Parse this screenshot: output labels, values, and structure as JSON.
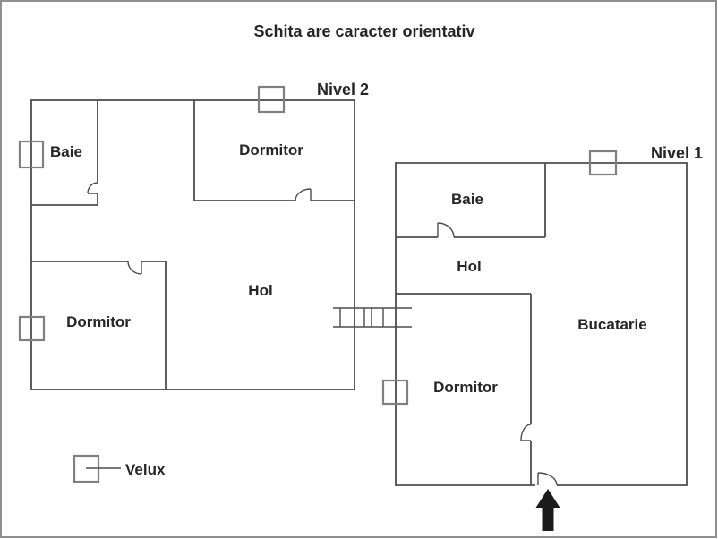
{
  "title": "Schita are caracter orientativ",
  "levels": [
    {
      "name": "Nivel 2",
      "rooms": [
        {
          "label": "Baie"
        },
        {
          "label": "Dormitor"
        },
        {
          "label": "Hol"
        },
        {
          "label": "Dormitor"
        }
      ],
      "velux_windows": 3
    },
    {
      "name": "Nivel 1",
      "rooms": [
        {
          "label": "Baie"
        },
        {
          "label": "Hol"
        },
        {
          "label": "Bucatarie"
        },
        {
          "label": "Dormitor"
        }
      ],
      "velux_windows": 2
    }
  ],
  "legend": {
    "label": "Velux",
    "symbol": "square-outline"
  },
  "icons": {
    "velux-window": "square-outline",
    "stairs": "hatched-band",
    "entrance": "solid-up-arrow",
    "door": "quarter-circle-swing"
  },
  "colors": {
    "background": "#ffffff",
    "frame": "#8f8f8f",
    "wall": "#4d4d4d",
    "velux": "#808080",
    "text": "#262626",
    "arrow": "#1c1c1c"
  }
}
